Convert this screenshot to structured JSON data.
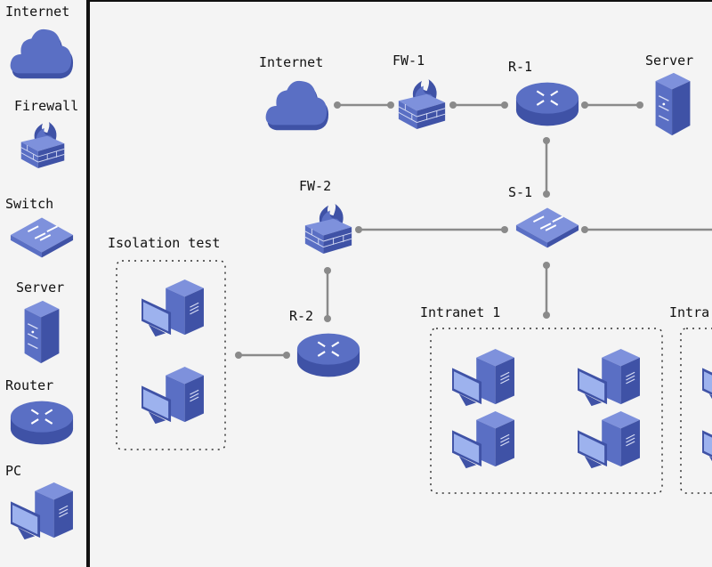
{
  "palette": {
    "items": [
      {
        "key": "internet",
        "label": "Internet"
      },
      {
        "key": "firewall",
        "label": "Firewall"
      },
      {
        "key": "switch",
        "label": "Switch"
      },
      {
        "key": "server",
        "label": "Server"
      },
      {
        "key": "router",
        "label": "Router"
      },
      {
        "key": "pc",
        "label": "PC"
      }
    ]
  },
  "diagram": {
    "nodes": {
      "internet": {
        "label": "Internet",
        "icon": "cloud-icon"
      },
      "fw1": {
        "label": "FW-1",
        "icon": "firewall-icon"
      },
      "r1": {
        "label": "R-1",
        "icon": "router-icon"
      },
      "server": {
        "label": "Server",
        "icon": "server-icon"
      },
      "s1": {
        "label": "S-1",
        "icon": "switch-icon"
      },
      "fw2": {
        "label": "FW-2",
        "icon": "firewall-icon"
      },
      "r2": {
        "label": "R-2",
        "icon": "router-icon"
      }
    },
    "groups": {
      "isolation": {
        "label": "Isolation test"
      },
      "intranet1": {
        "label": "Intranet 1"
      },
      "intranet2": {
        "label": "Intra"
      }
    }
  },
  "colors": {
    "icon_main": "#5a6fc4",
    "icon_dark": "#3f52a6",
    "icon_light": "#7e91dc",
    "screen": "#9db2ee",
    "connector": "#8a8a8a",
    "border": "#111111"
  }
}
